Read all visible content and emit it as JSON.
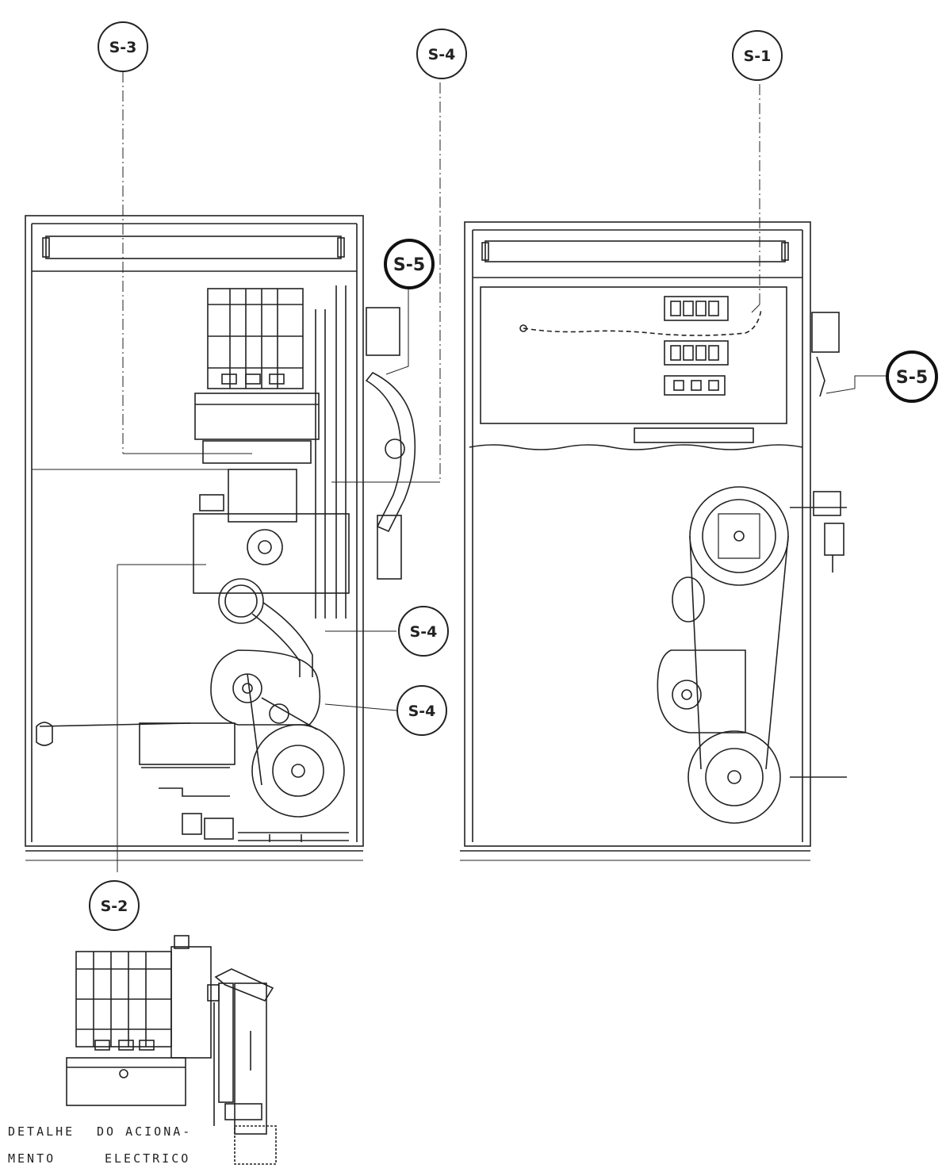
{
  "callouts": {
    "s3_top": "S-3",
    "s4_top": "S-4",
    "s1_top": "S-1",
    "s5_left": "S-5",
    "s5_right": "S-5",
    "s4_mid": "S-4",
    "s4_low": "S-4",
    "s2": "S-2"
  },
  "caption": {
    "line1_a": "DETALHE",
    "line1_b": "DO ACIONA-",
    "line2_a": "MENTO",
    "line2_b": "ELECTRICO"
  },
  "colors": {
    "ink": "#222222",
    "faint": "#777777",
    "paper": "#ffffff"
  }
}
